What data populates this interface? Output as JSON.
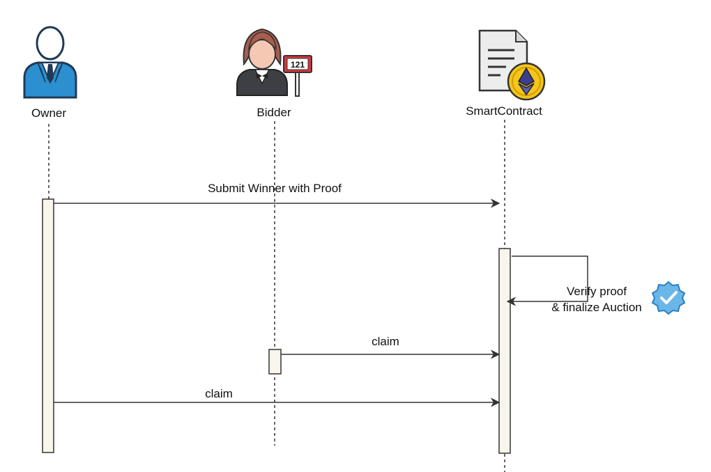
{
  "participants": {
    "owner": {
      "label": "Owner",
      "icon": "businessman-icon"
    },
    "bidder": {
      "label": "Bidder",
      "icon": "auctioneer-bidder-icon",
      "paddle_text": "121"
    },
    "contract": {
      "label": "SmartContract",
      "icon": "ethereum-contract-document-icon"
    }
  },
  "messages": {
    "submit": {
      "label": "Submit Winner with Proof",
      "from": "owner",
      "to": "contract"
    },
    "self_line1": "Verify proof",
    "self_line2": "& finalize Auction",
    "claim_bidder": {
      "label": "claim",
      "from": "bidder",
      "to": "contract"
    },
    "claim_owner": {
      "label": "claim",
      "from": "owner",
      "to": "contract"
    }
  },
  "colors": {
    "line": "#333333",
    "activation_fill": "#f7f5ec",
    "owner_suit": "#2c8fcf",
    "bidder_hair": "#a85d4e",
    "paddle_red": "#d9363e",
    "eth_gold": "#f4c51a",
    "badge_blue": "#6bb6e8"
  }
}
